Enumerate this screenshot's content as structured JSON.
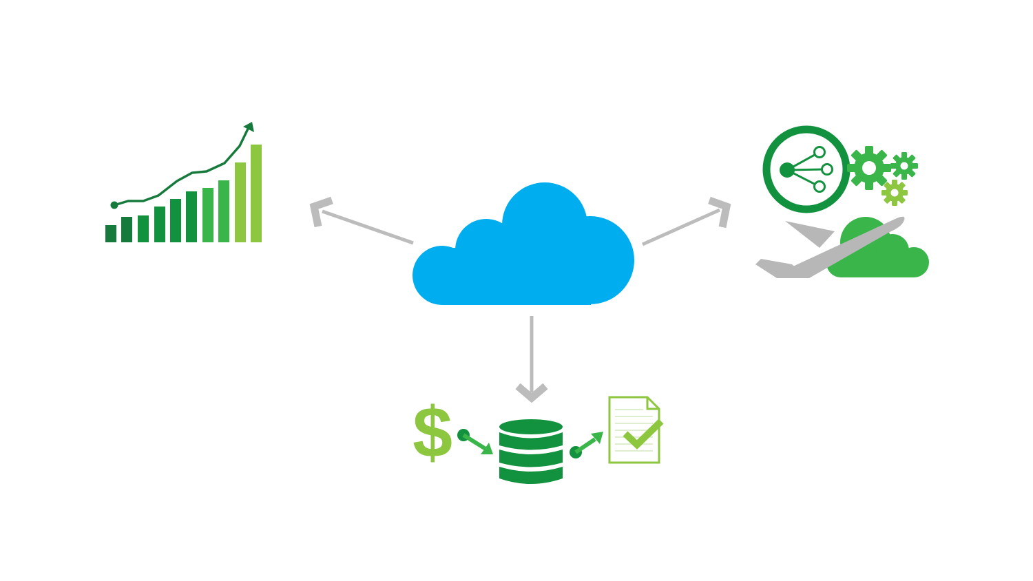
{
  "diagram": {
    "center": {
      "icon": "cloud-icon"
    },
    "nodes": [
      {
        "id": "growth",
        "icon": "growth-bar-chart-icon"
      },
      {
        "id": "billing",
        "icon": "dollar-to-database-to-document-icon",
        "parts": [
          "dollar-icon",
          "database-icon",
          "approved-document-icon"
        ],
        "symbol": "$"
      },
      {
        "id": "migration",
        "icon": "network-gears-plane-cloud-icon",
        "parts": [
          "network-hub-icon",
          "gears-icon",
          "airplane-icon",
          "green-cloud-icon"
        ]
      }
    ],
    "edges": [
      {
        "from": "center",
        "to": "growth",
        "icon": "arrow-icon"
      },
      {
        "from": "center",
        "to": "billing",
        "icon": "arrow-icon"
      },
      {
        "from": "center",
        "to": "migration",
        "icon": "arrow-icon"
      }
    ]
  },
  "colors": {
    "cloud": "#00adee",
    "arrow": "#bcbcbc",
    "green_dark": "#167a3c",
    "green": "#12913f",
    "green_mid": "#39b54a",
    "green_light": "#8dc63f",
    "plane": "#b7b7b7"
  }
}
